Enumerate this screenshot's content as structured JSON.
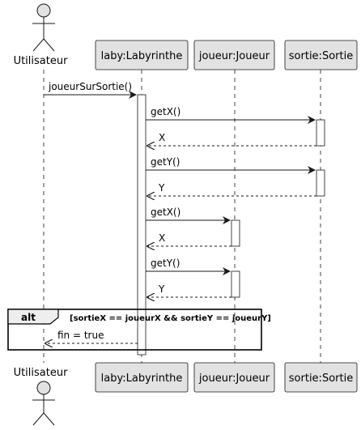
{
  "participants": [
    {
      "id": "user",
      "label": "Utilisateur",
      "kind": "actor"
    },
    {
      "id": "laby",
      "label": "laby:Labyrinthe",
      "kind": "participant"
    },
    {
      "id": "joueur",
      "label": "joueur:Joueur",
      "kind": "participant"
    },
    {
      "id": "sortie",
      "label": "sortie:Sortie",
      "kind": "participant"
    }
  ],
  "messages": [
    {
      "from": "user",
      "to": "laby",
      "label": "joueurSurSortie()",
      "kind": "sync"
    },
    {
      "from": "laby",
      "to": "sortie",
      "label": "getX()",
      "kind": "sync"
    },
    {
      "from": "sortie",
      "to": "laby",
      "label": "X",
      "kind": "return"
    },
    {
      "from": "laby",
      "to": "sortie",
      "label": "getY()",
      "kind": "sync"
    },
    {
      "from": "sortie",
      "to": "laby",
      "label": "Y",
      "kind": "return"
    },
    {
      "from": "laby",
      "to": "joueur",
      "label": "getX()",
      "kind": "sync"
    },
    {
      "from": "joueur",
      "to": "laby",
      "label": "X",
      "kind": "return"
    },
    {
      "from": "laby",
      "to": "joueur",
      "label": "getY()",
      "kind": "sync"
    },
    {
      "from": "joueur",
      "to": "laby",
      "label": "Y",
      "kind": "return"
    },
    {
      "from": "laby",
      "to": "user",
      "label": "fin = true",
      "kind": "return"
    }
  ],
  "fragment": {
    "operator": "alt",
    "guard": "[sortieX == joueurX && sortieY == joueurY]"
  },
  "colors": {
    "participant_fill": "#e2e2e2",
    "participant_border": "#181818",
    "lifeline": "#181818",
    "activation_fill": "#ffffff",
    "line": "#181818"
  }
}
